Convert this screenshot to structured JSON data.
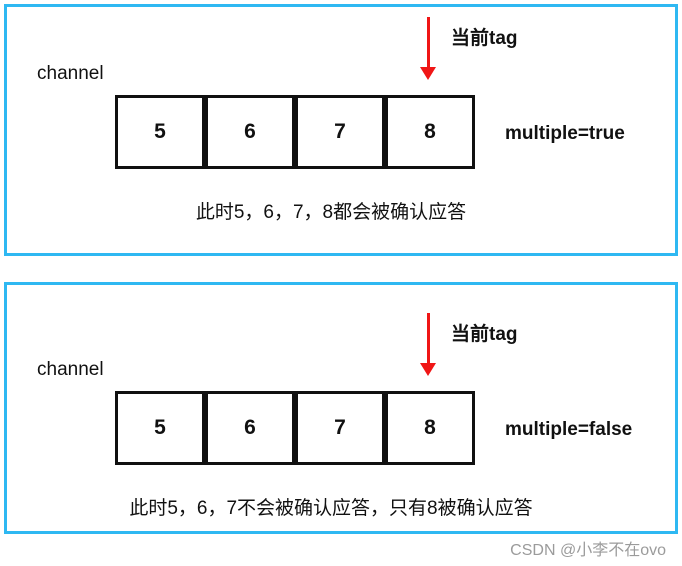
{
  "colors": {
    "panel-border": "#2eb8f2",
    "arrow-red": "#f01616",
    "cell-border": "#101010",
    "text": "#111111",
    "watermark": "#9b9b9b"
  },
  "panels": [
    {
      "tag_label": "当前tag",
      "channel_label": "channel",
      "cells": [
        "5",
        "6",
        "7",
        "8"
      ],
      "multiple_label": "multiple=true",
      "caption": "此时5，6，7，8都会被确认应答"
    },
    {
      "tag_label": "当前tag",
      "channel_label": "channel",
      "cells": [
        "5",
        "6",
        "7",
        "8"
      ],
      "multiple_label": "multiple=false",
      "caption": "此时5，6，7不会被确认应答，只有8被确认应答"
    }
  ],
  "watermark": "CSDN @小李不在ovo"
}
